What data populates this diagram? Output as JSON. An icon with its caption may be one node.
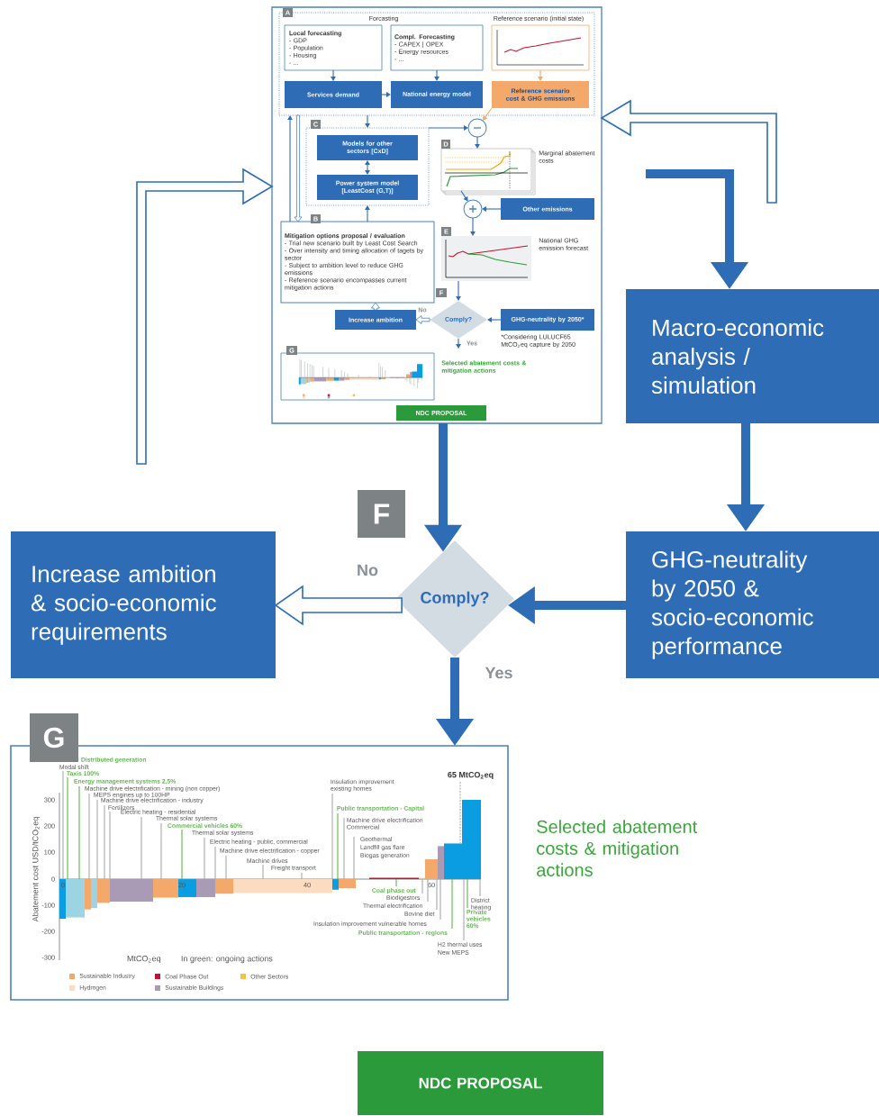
{
  "diagram": {
    "nodes": [
      {
        "text": [],
        "shape": "box"
      },
      {
        "text": [
          "A",
          "Forcasting",
          "Reference scenario (initial state)"
        ],
        "in": 0
      },
      {
        "text": [
          "Local forecasting",
          "- GDP",
          "- Population",
          "- Housing",
          "- ..."
        ],
        "in": 1
      },
      {
        "text": [
          "Compl. Forecasting",
          "- CAPEX | OPEX",
          "- Energy resources",
          "- ..."
        ],
        "in": 1
      },
      {
        "text": [],
        "shape": "picture",
        "in": 1
      },
      {
        "text": [
          "Services demand"
        ],
        "in": 1
      },
      {
        "text": [
          "National energy model"
        ],
        "in": 1
      },
      {
        "text": [
          "Reference scenario cost & GHG emissions"
        ],
        "in": 1
      },
      {
        "text": [
          "C"
        ],
        "in": 0
      },
      {
        "text": [
          "Models for other sectors [CxD]"
        ],
        "in": 8
      },
      {
        "text": [
          "Power system model [LeastCost (G,T)]"
        ],
        "in": 8
      },
      {
        "text": [],
        "shape": "circle",
        "in": 0
      },
      {
        "text": [
          "D"
        ],
        "beside": [
          "Marginal abatement costs"
        ],
        "in": 0
      },
      {
        "text": [],
        "shape": "circle",
        "in": 0
      },
      {
        "text": [
          "Other emissions"
        ],
        "in": 0
      },
      {
        "text": [
          "B",
          "Mitigation options proposal / evaluation",
          "- Trial new scenario built by Least Cost Search",
          "- Over intensity and timing allocation of tagets by sector",
          "- Subject to ambition level to reduce GHG emissions",
          "- Reference scenario encompasses current mitigation actions"
        ],
        "in": 0
      },
      {
        "text": [
          "E"
        ],
        "beside": [
          "National GHG emission forecast"
        ],
        "in": 0
      },
      {
        "text": [
          "F",
          "Comply?"
        ],
        "in": 0
      },
      {
        "text": [
          "Increase ambition"
        ],
        "in": 0
      },
      {
        "text": [
          "GHG-neutrality by 2050*"
        ],
        "beside": [
          "*Considering LULUCF65 MtCO$_{2}$eq capture by 2050"
        ],
        "in": 0
      },
      {
        "text": [
          "G"
        ],
        "beside": [
          "Selected abatement costs & mitigation actions"
        ],
        "in": 0
      },
      {
        "text": [
          "NDC PROPOSAL"
        ],
        "in": 0
      },
      {
        "text": [
          "Macro-economic analysis / simulation"
        ]
      },
      {
        "text": [
          "F",
          "Comply?"
        ]
      },
      {
        "text": [
          "Increase ambition & socio-economic requirements"
        ]
      },
      {
        "text": [
          "GHG-neutrality by 2050 & socio-economic performance"
        ]
      },
      {
        "text": [
          "G"
        ],
        "beside": [
          "Selected abatement costs & mitigation actions"
        ]
      },
      {
        "text": [
          "NDC PROPOSAL"
        ]
      },
      {
        "text": [
          "Distributed generation"
        ],
        "in": 26
      },
      {
        "text": [
          "Modal shift"
        ],
        "in": 26
      },
      {
        "text": [
          "Taxis 100%"
        ],
        "in": 26
      },
      {
        "text": [
          "Energy management systems 2,5%"
        ],
        "in": 26
      },
      {
        "text": [
          "Machine drive electrification - mining (non copper)"
        ],
        "in": 26
      },
      {
        "text": [
          "MEPS engines up to 100HP"
        ],
        "in": 26
      },
      {
        "text": [
          "Machine drive electrification - industry"
        ],
        "in": 26
      },
      {
        "text": [
          "Fertilizers"
        ],
        "in": 26
      },
      {
        "text": [
          "Electric heating - residential"
        ],
        "in": 26
      },
      {
        "text": [
          "Thermal solar systems"
        ],
        "in": 26
      },
      {
        "text": [
          "Commercial vehicles 60%"
        ],
        "in": 26
      },
      {
        "text": [
          "Thermal solar systems"
        ],
        "in": 26
      },
      {
        "text": [
          "Electric heating - public, commercial"
        ],
        "in": 26
      },
      {
        "text": [
          "Machine drive electrification - copper"
        ],
        "in": 26
      },
      {
        "text": [
          "Machine drives"
        ],
        "in": 26
      },
      {
        "text": [
          "Freight transport"
        ],
        "in": 26
      },
      {
        "text": [
          "Insulation improvement existing homes"
        ],
        "in": 26
      },
      {
        "text": [
          "Public transportation - Capital"
        ],
        "in": 26
      },
      {
        "text": [
          "Machine drive electrification Commercial"
        ],
        "in": 26
      },
      {
        "text": [
          "Geothermal"
        ],
        "in": 26
      },
      {
        "text": [
          "Landfill gas flare"
        ],
        "in": 26
      },
      {
        "text": [
          "Biogas generation"
        ],
        "in": 26
      },
      {
        "text": [
          "Coal phase out"
        ],
        "in": 26
      },
      {
        "text": [
          "Biodigestors"
        ],
        "in": 26
      },
      {
        "text": [
          "Thermal electrification"
        ],
        "in": 26
      },
      {
        "text": [
          "Bovine diet"
        ],
        "in": 26
      },
      {
        "text": [
          "Insulation improvement vulnerable homes"
        ],
        "in": 26
      },
      {
        "text": [
          "Public transportation - regions"
        ],
        "in": 26
      },
      {
        "text": [
          "H2 thermal uses"
        ],
        "in": 26
      },
      {
        "text": [
          "New MEPS"
        ],
        "in": 26
      },
      {
        "text": [
          "Private vehicles 60%"
        ],
        "in": 26
      },
      {
        "text": [
          "District heating"
        ],
        "in": 26
      },
      {
        "text": [],
        "shape": "bar",
        "in": 26
      },
      {
        "text": [],
        "shape": "bar",
        "in": 26
      },
      {
        "text": [],
        "shape": "bar",
        "in": 26
      },
      {
        "text": [],
        "shape": "bar",
        "in": 26
      },
      {
        "text": [],
        "shape": "bar",
        "in": 26
      },
      {
        "text": [],
        "shape": "bar",
        "in": 26
      },
      {
        "text": [],
        "shape": "bar",
        "in": 26
      },
      {
        "text": [],
        "shape": "bar",
        "in": 26
      },
      {
        "text": [],
        "shape": "bar",
        "in": 26
      },
      {
        "text": [],
        "shape": "bar",
        "in": 26
      },
      {
        "text": [],
        "shape": "bar",
        "in": 26
      },
      {
        "text": [],
        "shape": "bar",
        "in": 26
      },
      {
        "text": [],
        "shape": "bar",
        "in": 26
      },
      {
        "text": [],
        "shape": "bar",
        "in": 26
      },
      {
        "text": [],
        "shape": "bar",
        "in": 26
      },
      {
        "text": [],
        "shape": "bar",
        "in": 26
      },
      {
        "text": [],
        "shape": "bar",
        "in": 26
      },
      {
        "text": [],
        "shape": "bar",
        "in": 26
      },
      {
        "text": [],
        "shape": "bar",
        "in": 26
      }
    ],
    "edges": [
      {
        "from": 2,
        "to": 5,
        "arrow": "to",
        "color": "#2e6db5"
      },
      {
        "from": 3,
        "to": 6,
        "arrow": "to",
        "color": "#2e6db5"
      },
      {
        "from": 4,
        "to": 7,
        "arrow": "to",
        "color": "#f4a96a"
      },
      {
        "from": 5,
        "to": 6,
        "arrow": "to",
        "color": "#2e6db5"
      },
      {
        "from": 1,
        "to": 8,
        "arrow": "to",
        "color": "#2e6db5"
      },
      {
        "from": 7,
        "to": 11,
        "arrow": "to",
        "color": "#f4a96a"
      },
      {
        "from": 8,
        "to": 11,
        "arrow": "to",
        "color": "#2e6db5"
      },
      {
        "from": 9,
        "to": 10,
        "arrow": "both",
        "color": "#2e6db5"
      },
      {
        "from": 11,
        "to": 12,
        "arrow": "to",
        "color": "#2e6db5"
      },
      {
        "from": 15,
        "to": 8,
        "arrow": "to",
        "color": "#2e6db5"
      },
      {
        "from": 15,
        "to": 1,
        "arrow": "to",
        "color": "#2e6db5"
      },
      {
        "from": 1,
        "to": 15,
        "arrow": "to",
        "color": "#2e6db5"
      },
      {
        "from": 12,
        "to": 13,
        "arrow": "to",
        "color": "#2e6db5"
      },
      {
        "from": 14,
        "to": 13,
        "arrow": "to",
        "color": "#2e6db5"
      },
      {
        "from": 13,
        "to": 16,
        "arrow": "to",
        "color": "#2e6db5"
      },
      {
        "from": 16,
        "to": 17,
        "arrow": "to",
        "color": "#2e6db5"
      },
      {
        "from": 19,
        "to": 17,
        "arrow": "to",
        "color": "#2e6db5"
      },
      {
        "from": 17,
        "to": 18,
        "arrow": "to",
        "label": "No",
        "color": "#2e6db5"
      },
      {
        "from": 17,
        "to": null,
        "arrow": "to",
        "label": "Yes",
        "color": "#2e6db5"
      },
      {
        "from": 18,
        "to": 15,
        "arrow": "to",
        "color": "#2e6db5"
      },
      {
        "from": null,
        "to": 0,
        "arrow": "to",
        "style": "thick",
        "color": "#2e6db5"
      },
      {
        "from": null,
        "to": 0,
        "arrow": "to",
        "style": "thick",
        "color": "#2e6db5"
      },
      {
        "from": null,
        "to": 22,
        "arrow": "to",
        "style": "thick",
        "color": "#2e6db5"
      },
      {
        "from": 0,
        "to": 23,
        "arrow": "to",
        "style": "thick",
        "color": "#2e6db5"
      },
      {
        "from": 22,
        "to": 25,
        "arrow": "to",
        "style": "thick",
        "color": "#2e6db5"
      },
      {
        "from": 25,
        "to": 23,
        "arrow": "to",
        "style": "thick",
        "color": "#2e6db5"
      },
      {
        "from": 23,
        "to": 24,
        "arrow": "to",
        "style": "thick",
        "label": "No",
        "color": "#2e6db5"
      },
      {
        "from": 23,
        "to": 26,
        "arrow": "to",
        "style": "thick",
        "label": "Yes",
        "color": "#2e6db5"
      },
      {
        "from": 29,
        "to": 60,
        "arrow": "none",
        "color": "#a6a9ac"
      },
      {
        "from": 30,
        "to": 61,
        "arrow": "none",
        "color": "#62b550"
      },
      {
        "from": 31,
        "to": 61,
        "arrow": "none",
        "color": "#62b550"
      },
      {
        "from": 32,
        "to": 62,
        "arrow": "none",
        "color": "#a6a9ac"
      },
      {
        "from": 33,
        "to": 64,
        "arrow": "none",
        "color": "#a6a9ac"
      },
      {
        "from": 34,
        "to": 64,
        "arrow": "none",
        "color": "#a6a9ac"
      },
      {
        "from": 35,
        "to": 65,
        "arrow": "none",
        "color": "#a6a9ac"
      },
      {
        "from": 36,
        "to": 65,
        "arrow": "none",
        "color": "#a6a9ac"
      },
      {
        "from": 37,
        "to": 66,
        "arrow": "none",
        "color": "#a6a9ac"
      },
      {
        "from": 38,
        "to": 67,
        "arrow": "none",
        "color": "#62b550"
      },
      {
        "from": 39,
        "to": 68,
        "arrow": "none",
        "color": "#a6a9ac"
      },
      {
        "from": 40,
        "to": 69,
        "arrow": "none",
        "color": "#a6a9ac"
      },
      {
        "from": 41,
        "to": 69,
        "arrow": "none",
        "color": "#a6a9ac"
      },
      {
        "from": 42,
        "to": 70,
        "arrow": "none",
        "color": "#a6a9ac"
      },
      {
        "from": 43,
        "to": 70,
        "arrow": "none",
        "color": "#a6a9ac"
      },
      {
        "from": 44,
        "to": 71,
        "arrow": "none",
        "color": "#a6a9ac"
      },
      {
        "from": 45,
        "to": 71,
        "arrow": "none",
        "color": "#62b550"
      },
      {
        "from": 46,
        "to": 72,
        "arrow": "none",
        "color": "#a6a9ac"
      },
      {
        "from": 47,
        "to": 72,
        "arrow": "none",
        "color": "#a6a9ac"
      },
      {
        "from": 50,
        "to": 73,
        "arrow": "none",
        "color": "#62b550"
      },
      {
        "from": 51,
        "to": 74,
        "arrow": "none",
        "color": "#a6a9ac"
      },
      {
        "from": 52,
        "to": 75,
        "arrow": "none",
        "color": "#a6a9ac"
      },
      {
        "from": 53,
        "to": 75,
        "arrow": "none",
        "color": "#a6a9ac"
      },
      {
        "from": 54,
        "to": 76,
        "arrow": "none",
        "color": "#a6a9ac"
      },
      {
        "from": 55,
        "to": 77,
        "arrow": "none",
        "color": "#62b550"
      },
      {
        "from": 56,
        "to": 78,
        "arrow": "none",
        "color": "#a6a9ac"
      },
      {
        "from": 58,
        "to": 78,
        "arrow": "none",
        "color": "#62b550"
      },
      {
        "from": 59,
        "to": 78,
        "arrow": "none",
        "color": "#a6a9ac"
      }
    ],
    "labels": [
      "300",
      "200",
      "100",
      "0",
      "-100",
      "-200",
      "-300",
      "0",
      "20",
      "40",
      "60",
      "Abatement cost USD/tCO$_{2}$eq",
      "MtCO$_{2}$eq",
      "In green: ongoing actions",
      "65 MtCO$_{2}$eq"
    ],
    "legend": [
      {
        "text": "Sustainable Industry",
        "color": "#f4a96a"
      },
      {
        "text": "Coal Phase Out",
        "color": "#c8102e"
      },
      {
        "text": "Other Sectors",
        "color": "#f5c242"
      },
      {
        "text": "Hydrogen",
        "color": "#fcdcc0"
      },
      {
        "text": "Sustainable Buildings",
        "color": "#a99ab5"
      }
    ]
  }
}
